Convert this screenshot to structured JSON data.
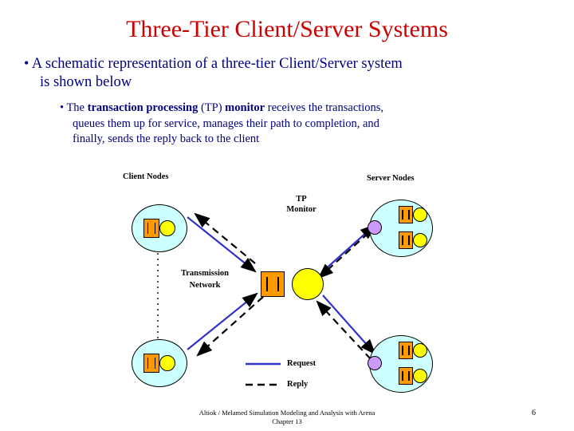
{
  "slide": {
    "title": "Three-Tier Client/Server Systems",
    "bullet1": {
      "marker": "•",
      "line1": "A schematic representation of a three-tier Client/Server system",
      "line2": "is shown below"
    },
    "bullet2": {
      "marker": "•",
      "line1_pre": "The ",
      "line1_bold1": "transaction processing",
      "line1_mid": " (TP) ",
      "line1_bold2": "monitor",
      "line1_post": " receives the transactions,",
      "line2": "queues them up for service, manages their path to completion, and",
      "line3": "finally, sends the reply back to the client"
    },
    "diagram": {
      "labels": {
        "client_nodes": "Client Nodes",
        "server_nodes": "Server Nodes",
        "tp_monitor_line1": "TP",
        "tp_monitor_line2": "Monitor",
        "network_line1": "Transmission",
        "network_line2": "Network",
        "request": "Request",
        "reply": "Reply"
      }
    },
    "footer": {
      "line1": "Altiok / Melamed   Simulation Modeling and Analysis with Arena",
      "line2": "Chapter 13"
    },
    "page_number": "6",
    "colors": {
      "title": "#cc0000",
      "body_text": "#000080",
      "node_fill": "#ccffff",
      "cpu_fill": "#ff9900",
      "disk_yellow": "#ffff00",
      "disk_violet": "#cc99ff"
    }
  }
}
